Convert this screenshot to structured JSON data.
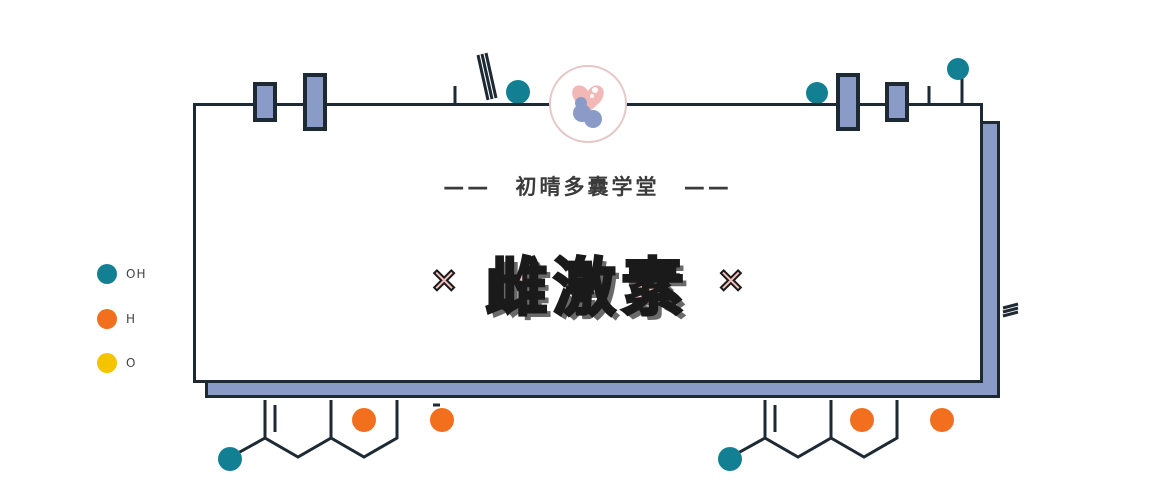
{
  "header": {
    "subtitle_dash_left": "——",
    "subtitle": "初晴多囊学堂",
    "subtitle_dash_right": "——"
  },
  "title": {
    "cross_left": "×",
    "text": "雌激素",
    "cross_right": "×"
  },
  "legend": [
    {
      "color": "#137f93",
      "label": "OH"
    },
    {
      "color": "#f26f1d",
      "label": "H"
    },
    {
      "color": "#f5c400",
      "label": "O"
    }
  ],
  "colors": {
    "teal": "#137f93",
    "orange": "#f26f1d",
    "yellow": "#f5c400",
    "clip_blue": "#8a9bc7",
    "title_pink": "#f3c0bd",
    "outline": "#1e2a33"
  },
  "logo_icon": "heart-brain-logo-icon"
}
